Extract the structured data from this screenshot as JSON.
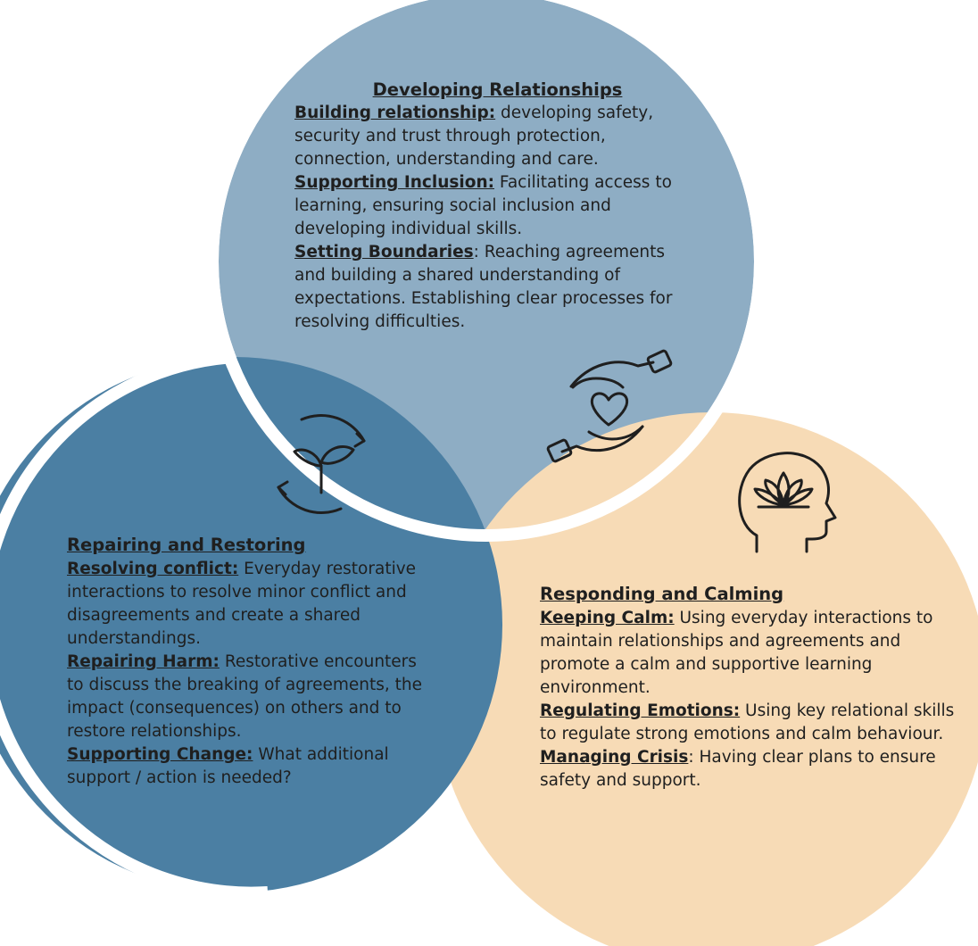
{
  "colors": {
    "top_circle": "#8eadc4",
    "left_circle": "#4b7fa3",
    "right_circle": "#f7dbb6",
    "background": "#ffffff",
    "text": "#1f1f1f"
  },
  "sections": [
    {
      "id": "developing",
      "title": "Developing Relationships",
      "icon": "hands-heart-icon",
      "items": [
        {
          "term": "Building relationship:",
          "text": " developing safety, security and trust through protection, connection, understanding and care."
        },
        {
          "term": "Supporting Inclusion:",
          "text": " Facilitating access to learning, ensuring social inclusion and developing individual skills."
        },
        {
          "term": "Setting Boundaries",
          "text": ": Reaching agreements and building a shared understanding of expectations. Establishing clear processes for resolving difficulties."
        }
      ]
    },
    {
      "id": "repairing",
      "title": "Repairing and Restoring",
      "icon": "sprout-cycle-icon",
      "items": [
        {
          "term": "Resolving conflict:",
          "text": " Everyday restorative interactions to resolve minor conflict and disagreements and create a shared understandings."
        },
        {
          "term": "Repairing Harm:",
          "text": " Restorative encounters to discuss the breaking of agreements, the impact (consequences) on others and to restore relationships."
        },
        {
          "term": "Supporting Change:",
          "text": " What additional support / action is needed?"
        }
      ]
    },
    {
      "id": "responding",
      "title": "Responding and Calming",
      "icon": "head-lotus-icon",
      "items": [
        {
          "term": "Keeping Calm:",
          "text": " Using everyday interactions to maintain relationships and agreements and promote a calm and supportive learning environment."
        },
        {
          "term": "Regulating Emotions:",
          "text": " Using key relational skills to regulate strong emotions and calm behaviour."
        },
        {
          "term": "Managing Crisis",
          "text": ": Having clear plans to ensure safety and support."
        }
      ]
    }
  ]
}
